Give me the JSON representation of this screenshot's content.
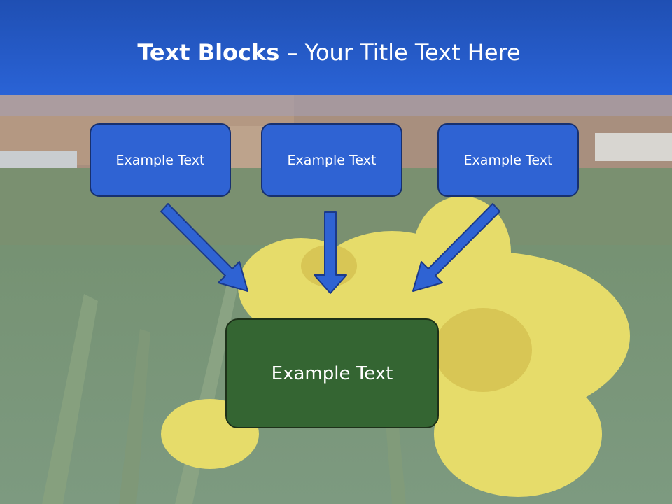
{
  "header": {
    "title_bold": "Text Blocks",
    "title_separator": " – ",
    "title_rest": "Your Title Text Here"
  },
  "blocks": [
    {
      "label": "Example Text"
    },
    {
      "label": "Example Text"
    },
    {
      "label": "Example Text"
    }
  ],
  "result": {
    "label": "Example Text"
  },
  "colors": {
    "header_blue": "#2a63d6",
    "block_blue": "#2f63d3",
    "result_green": "#346532",
    "arrow_blue": "#2f63d3"
  }
}
